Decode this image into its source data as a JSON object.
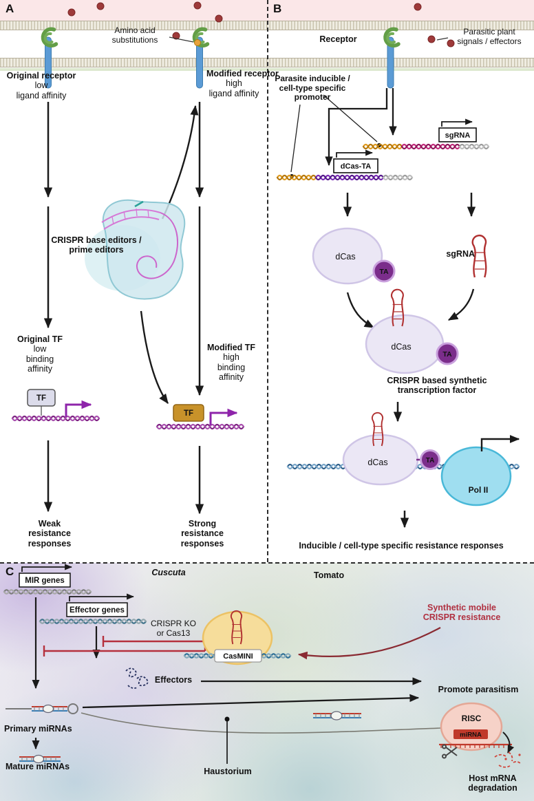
{
  "colors": {
    "signal_red": "#9e3a3a",
    "resistance_red": "#b03040",
    "membrane_pink": "#fbe7e8",
    "dna_purple": "#7d2181",
    "dna_orange": "#e09b1f",
    "dna_magenta": "#c2297b",
    "dna_blue": "#2e5f8a",
    "tf_gold": "#c8922a",
    "dcas_lavender": "#ebe7f5",
    "ta_purple": "#7b2d8b",
    "editor_cyan": "#cfe8ee",
    "pol2_cyan": "#9fdef0",
    "casmini_yellow": "#f6dd9b",
    "risc_pink": "#f6d2c8"
  },
  "panelA": {
    "label": "A",
    "amino_acid": [
      "Amino acid",
      "substitutions"
    ],
    "original_receptor": [
      "Original receptor",
      "low",
      "ligand affinity"
    ],
    "modified_receptor": [
      "Modified receptor",
      "high",
      "ligand affinity"
    ],
    "crispr_editors": [
      "CRISPR base editors /",
      "prime editors"
    ],
    "original_tf": [
      "Original TF",
      "low",
      "binding",
      "affinity"
    ],
    "modified_tf": [
      "Modified TF",
      "high",
      "binding",
      "affinity"
    ],
    "tf": "TF",
    "weak": [
      "Weak",
      "resistance",
      "responses"
    ],
    "strong": [
      "Strong",
      "resistance",
      "responses"
    ]
  },
  "panelB": {
    "label": "B",
    "receptor": "Receptor",
    "parasitic_signals": [
      "Parasitic plant",
      "signals / effectors"
    ],
    "promoter": [
      "Parasite inducible /",
      "cell-type specific",
      "promoter"
    ],
    "sgRNA_cassette": "sgRNA",
    "dcas_ta_cassette": "dCas-TA",
    "dcas": "dCas",
    "ta": "TA",
    "sgRNA": "sgRNA",
    "synthetic_tf": [
      "CRISPR based synthetic",
      "transcription factor"
    ],
    "pol2": "Pol II",
    "outcome": "Inducible / cell-type specific resistance responses"
  },
  "panelC": {
    "label": "C",
    "mir_genes": "MIR genes",
    "cuscuta": "Cuscuta",
    "tomato": "Tomato",
    "effector_genes": "Effector genes",
    "crispr_ko": [
      "CRISPR KO",
      "or Cas13"
    ],
    "casmini": "CasMINI",
    "synthetic_mobile": [
      "Synthetic mobile",
      "CRISPR resistance"
    ],
    "effectors": "Effectors",
    "promote_parasitism": "Promote parasitism",
    "primary_mirnas": "Primary miRNAs",
    "mature_mirnas": "Mature miRNAs",
    "haustorium": "Haustorium",
    "risc": "RISC",
    "mirna": "miRNA",
    "host_mrna_degradation": [
      "Host mRNA",
      "degradation"
    ]
  }
}
